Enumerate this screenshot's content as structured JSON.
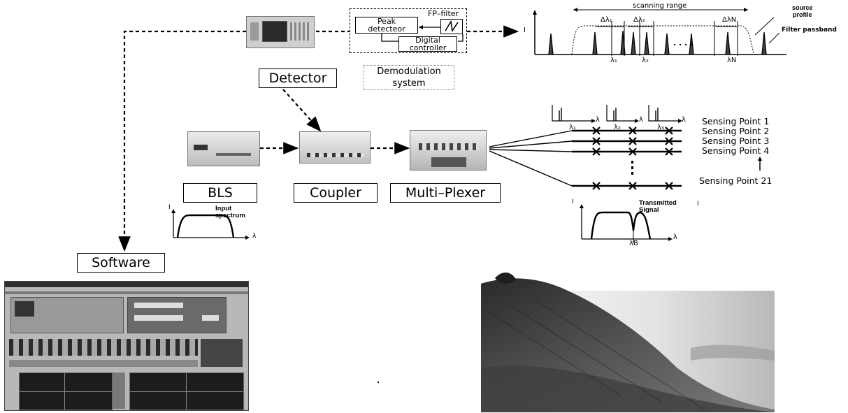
{
  "labels": {
    "detector": "Detector",
    "bls": "BLS",
    "coupler": "Coupler",
    "multiplexer": "Multi–Plexer",
    "software": "Software",
    "demod_line1": "Demodulation",
    "demod_line2": "system",
    "peak_line1": "Peak",
    "peak_line2": "detecteor",
    "digital_line1": "Digital",
    "digital_line2": "controller",
    "fp_filter": "FP–filter",
    "scanning_range": "scanning range",
    "source_line1": "source",
    "source_line2": "profile",
    "filter_passband": "Filter passband",
    "input_line1": "Input",
    "input_line2": "spectrum",
    "transmitted_line1": "Transmitted",
    "transmitted_line2": "Signal",
    "lambda": "λ",
    "lambda_1": "λ₁",
    "lambda_2": "λ₂",
    "lambda_3": "λ₃",
    "lambda_N": "λN",
    "lambda_B": "λB",
    "delta_1": "Δλ₁",
    "delta_2": "Δλ₂",
    "delta_N": "ΔλN",
    "intensity": "I",
    "ellipsis": ". . . .",
    "sensing_points": [
      "Sensing Point 1",
      "Sensing Point 2",
      "Sensing Point 3",
      "Sensing Point 4"
    ],
    "sensing_point_last": "Sensing Point 21"
  },
  "colors": {
    "device_gray": "#d9d9d9",
    "screen_dark": "#222222",
    "software_window": "#b8b8b8",
    "photo_dark": "#3a3a3a"
  }
}
